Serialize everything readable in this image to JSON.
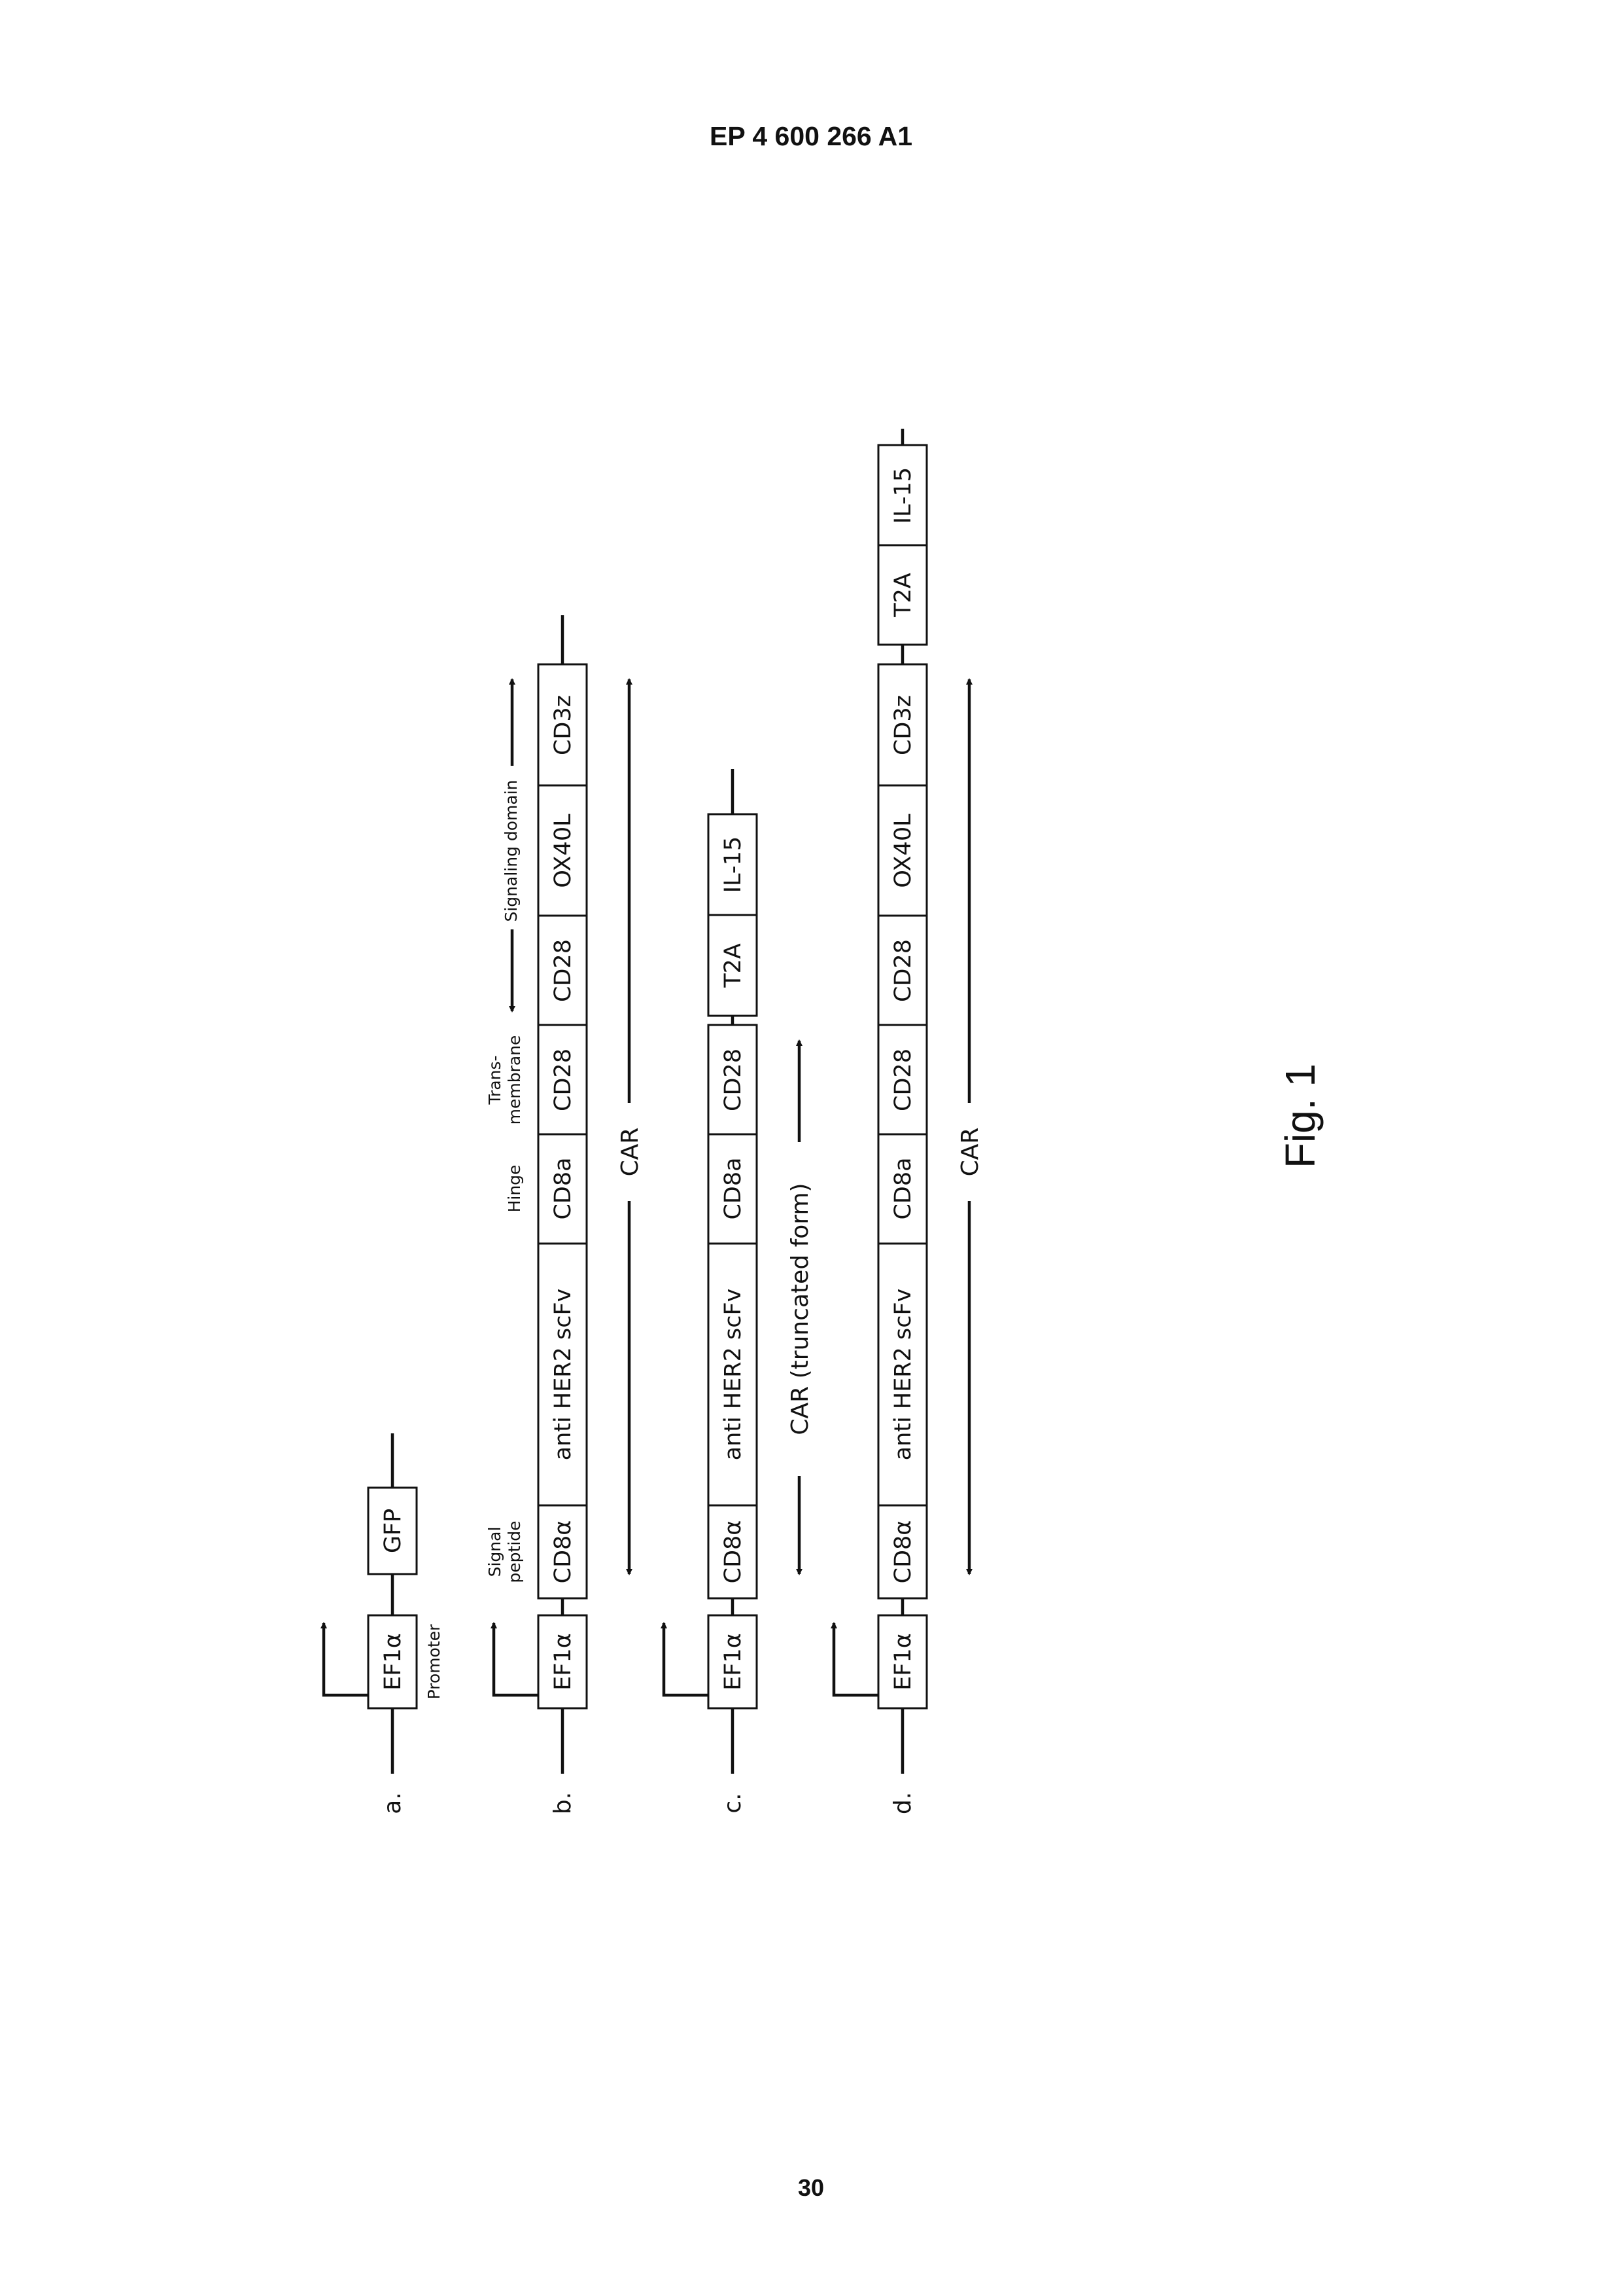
{
  "header": {
    "patent_number": "EP 4 600 266 A1"
  },
  "page_number": "30",
  "figure_label": "Fig. 1",
  "constructs": [
    {
      "id": "a",
      "label": "a.",
      "segments": [
        "EF1α",
        "GFP"
      ],
      "annotations": [
        "Promoter"
      ]
    },
    {
      "id": "b",
      "label": "b.",
      "segments": [
        "EF1α",
        "CD8α",
        "anti HER2 scFv",
        "CD8a",
        "CD28",
        "CD28",
        "OX40L",
        "CD3z"
      ],
      "annotations": [
        "Signal peptide",
        "Hinge",
        "Trans- membrane",
        "Signaling domain"
      ],
      "span_label": "CAR"
    },
    {
      "id": "c",
      "label": "c.",
      "segments": [
        "EF1α",
        "CD8α",
        "anti HER2 scFv",
        "CD8a",
        "CD28",
        "T2A",
        "IL-15"
      ],
      "span_label": "CAR (truncated form)"
    },
    {
      "id": "d",
      "label": "d.",
      "segments": [
        "EF1α",
        "CD8α",
        "anti HER2 scFv",
        "CD8a",
        "CD28",
        "CD28",
        "OX40L",
        "CD3z",
        "T2A",
        "IL-15"
      ],
      "span_label": "CAR"
    }
  ],
  "annotations_text": {
    "promoter": "Promoter",
    "signal_peptide_1": "Signal",
    "signal_peptide_2": "peptide",
    "hinge": "Hinge",
    "transmembrane_1": "Trans-",
    "transmembrane_2": "membrane",
    "signaling_domain": "Signaling domain"
  }
}
